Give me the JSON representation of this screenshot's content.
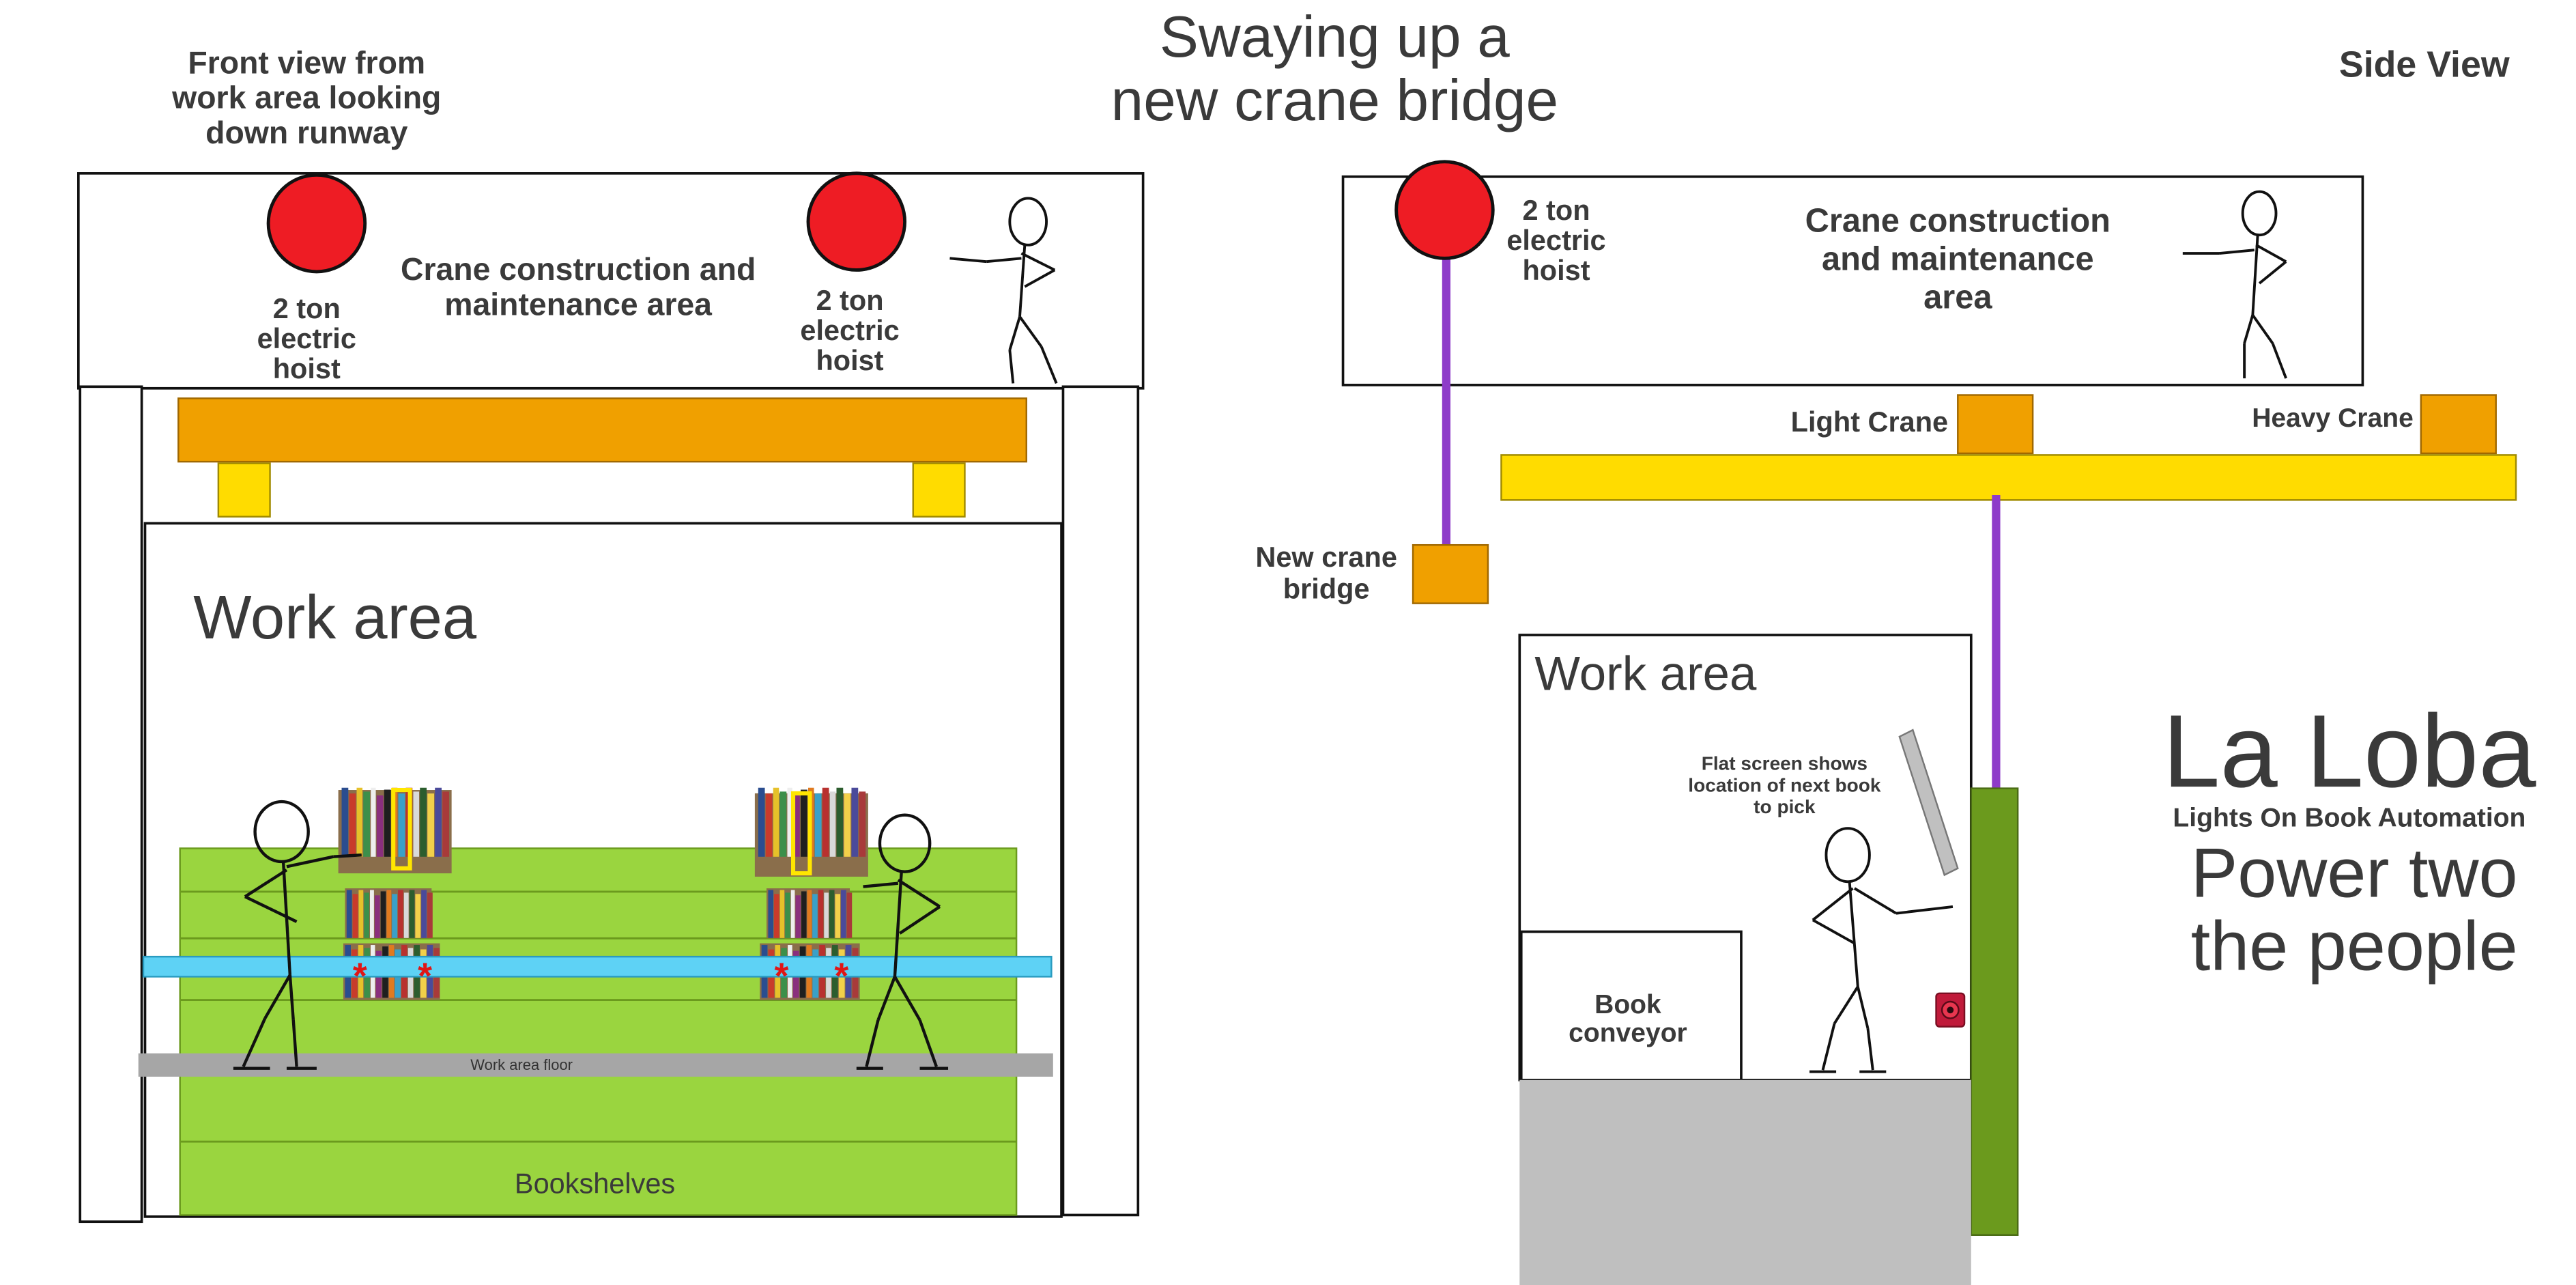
{
  "title": [
    "Swaying up a",
    "new crane bridge"
  ],
  "front_view": {
    "caption": [
      "Front view from",
      "work area looking",
      "down runway"
    ],
    "maintenance_label": [
      "Crane construction and",
      "maintenance area"
    ],
    "hoist_left": [
      "2 ton",
      "electric",
      "hoist"
    ],
    "hoist_right": [
      "2 ton",
      "electric",
      "hoist"
    ],
    "work_area": "Work area",
    "floor": "Work area floor",
    "bookshelves": "Bookshelves",
    "pick_marker": "*"
  },
  "side_view": {
    "caption": "Side View",
    "hoist": [
      "2 ton",
      "electric",
      "hoist"
    ],
    "maintenance_label": [
      "Crane construction",
      "and maintenance",
      "area"
    ],
    "light_crane": "Light Crane",
    "heavy_crane": "Heavy Crane",
    "new_bridge": [
      "New crane",
      "bridge"
    ],
    "work_area": "Work area",
    "flat_screen": [
      "Flat screen shows",
      "location of next book",
      "to pick"
    ],
    "conveyor": [
      "Book",
      "conveyor"
    ]
  },
  "logo": {
    "name": "La Loba",
    "subtitle": "Lights On Book Automation",
    "tagline": [
      "Power two",
      "the people"
    ]
  },
  "colors": {
    "hoist": "#ee1c24",
    "bridge_orange": "#f0a000",
    "bridge_yellow": "#ffdc00",
    "shelf_green": "#9ad53f",
    "shelf_dark_green": "#6b9a1d",
    "rail_blue": "#5ed2f5",
    "floor_gray": "#a6a6a6",
    "cable_purple": "#8e3bc9"
  }
}
